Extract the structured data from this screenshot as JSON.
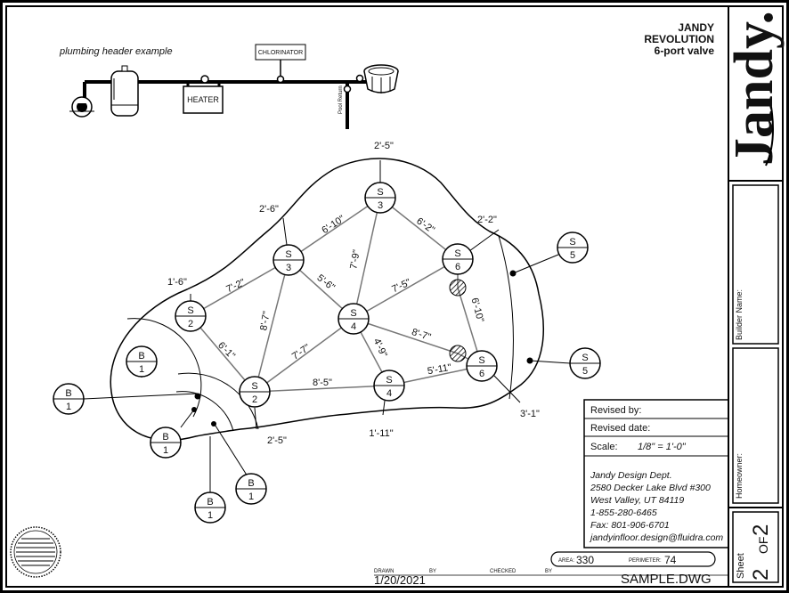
{
  "header_example_label": "plumbing header example",
  "chlorinator_label": "CHLORINATOR",
  "heater_label": "HEATER",
  "pool_return_label": "Pool Return",
  "title": {
    "line1": "JANDY",
    "line2": "REVOLUTION",
    "line3": "6-port valve"
  },
  "brand": "Jandy.",
  "builder_name_label": "Builder Name:",
  "homeowner_label": "Homeowner:",
  "sheet": {
    "label": "Sheet",
    "num": "2",
    "of": "OF",
    "total": "2"
  },
  "revised_by_label": "Revised by:",
  "revised_date_label": "Revised date:",
  "scale_label": "Scale:",
  "scale_value": "1/8\" = 1'-0\"",
  "contact": {
    "dept": "Jandy Design Dept.",
    "addr1": "2580 Decker Lake Blvd #300",
    "addr2": "West Valley, UT 84119",
    "phone": "1-855-280-6465",
    "fax": "Fax: 801-906-6701",
    "email": "jandyinfloor.design@fluidra.com"
  },
  "area_label": "AREA:",
  "area_value": "330",
  "perimeter_label": "PERIMETER:",
  "perimeter_value": "74",
  "drawn_label": "DRAWN",
  "by_label": "BY",
  "checked_label": "CHECKED",
  "drawn_date": "1/20/2021",
  "filename": "SAMPLE.DWG",
  "heads": {
    "s2a": {
      "letter": "S",
      "num": "2"
    },
    "s3a": {
      "letter": "S",
      "num": "3"
    },
    "s3b": {
      "letter": "S",
      "num": "3"
    },
    "s4a": {
      "letter": "S",
      "num": "4"
    },
    "s4b": {
      "letter": "S",
      "num": "4"
    },
    "s6a": {
      "letter": "S",
      "num": "6"
    },
    "s6b": {
      "letter": "S",
      "num": "6"
    },
    "s2b": {
      "letter": "S",
      "num": "2"
    },
    "b1a": {
      "letter": "B",
      "num": "1"
    }
  },
  "labels": {
    "s5a": {
      "letter": "S",
      "num": "5"
    },
    "s5b": {
      "letter": "S",
      "num": "5"
    },
    "b1x": {
      "letter": "B",
      "num": "1"
    },
    "b1y": {
      "letter": "B",
      "num": "1"
    },
    "b1z": {
      "letter": "B",
      "num": "1"
    },
    "b1w": {
      "letter": "B",
      "num": "1"
    }
  },
  "edge_dims": {
    "top": "2'-5\"",
    "topleft": "2'-6\"",
    "topright": "2'-2\"",
    "left": "1'-6\"",
    "bottomleft": "2'-5\"",
    "bottom": "1'-11\"",
    "bottomright": "3'-1\""
  },
  "run_dims": {
    "d1": "7'-2\"",
    "d2": "6'-10\"",
    "d3": "6'-2\"",
    "d4": "7'-9\"",
    "d5": "5'-6\"",
    "d6": "7'-5\"",
    "d7": "8'-7\"",
    "d8": "6'-1\"",
    "d9": "7'-7\"",
    "d10": "6'-10\"",
    "d11": "8'-7\"",
    "d12": "4'-9\"",
    "d13": "8'-5\"",
    "d14": "5'-11\""
  },
  "seal_text": "BY FOLLOWING THESE SPECIFICATIONS, SYSTEM WILL FUNCTION AS DESIGNED"
}
